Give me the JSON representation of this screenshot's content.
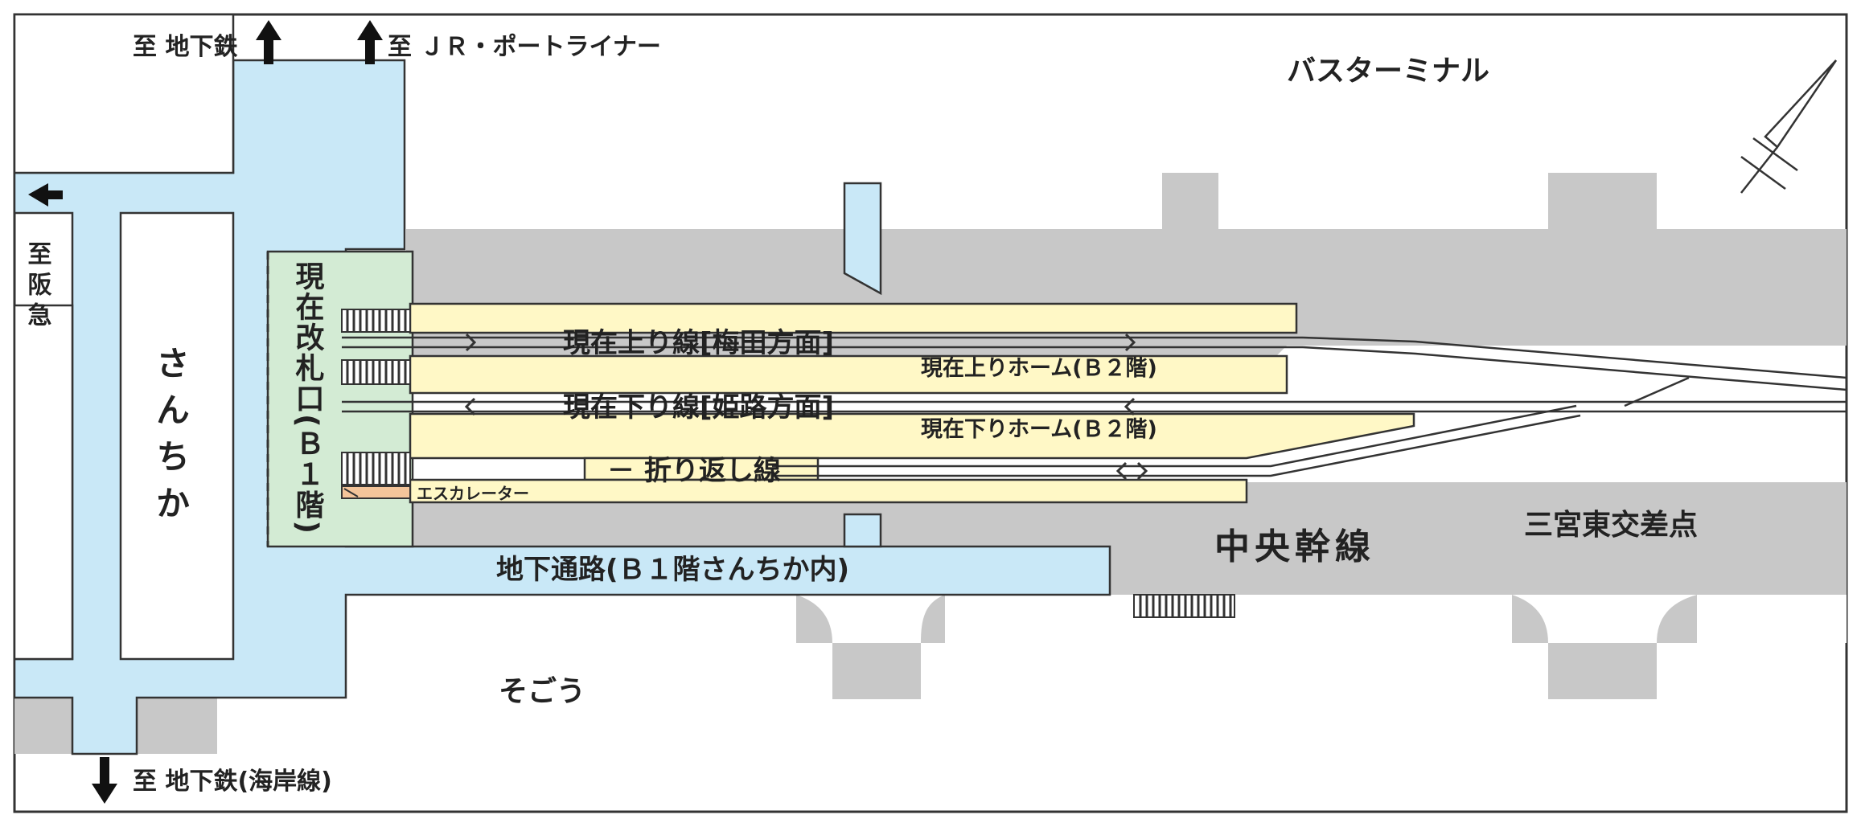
{
  "labels": {
    "to_subway": "至 地下鉄",
    "to_jr_portliner": "至 ＪＲ・ポートライナー",
    "to_hankyu": "至阪急",
    "to_subway_kaigan": "至 地下鉄(海岸線)",
    "bus_terminal": "バスターミナル",
    "sanchika": "さんちか",
    "current_gate": "現在改札口(Ｂ１階)",
    "line_up": "現在上り線[梅田方面]",
    "line_down": "現在下り線[姫路方面]",
    "platform_up": "現在上りホーム(Ｂ２階)",
    "platform_down": "現在下りホーム(Ｂ２階)",
    "turnback_line": "－ 折り返し線",
    "escalator": "エスカレーター",
    "underground_passage": "地下通路(Ｂ１階さんちか内)",
    "chuo_kansen": "中央幹線",
    "sannomiya_east_intersection": "三宮東交差点",
    "sogo": "そごう"
  },
  "colors": {
    "passage": "#c9e8f7",
    "road": "#c8c8c8",
    "platform": "#fff8c6",
    "gate_area": "#d3ebd4",
    "outline": "#333333",
    "text": "#222222"
  }
}
